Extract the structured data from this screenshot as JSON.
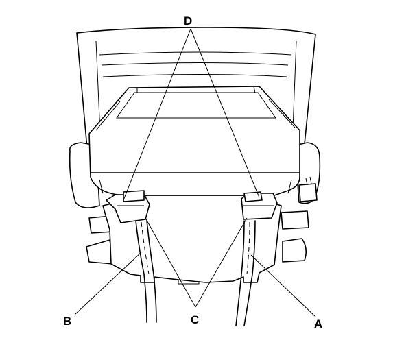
{
  "callouts": {
    "a": "A",
    "b": "B",
    "c": "C",
    "d": "D"
  }
}
